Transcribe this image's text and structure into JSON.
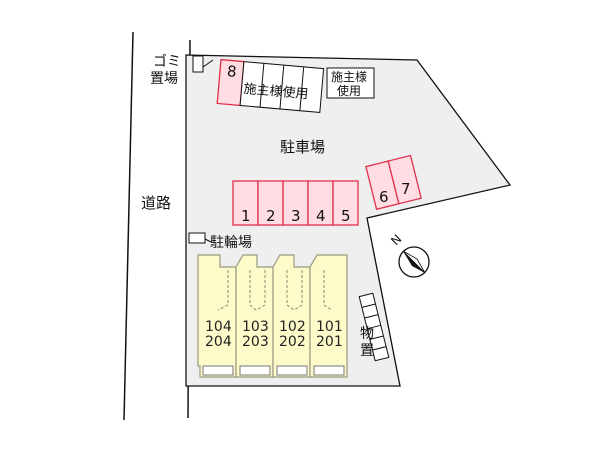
{
  "labels": {
    "road": "道路",
    "parking_lot": "駐車場",
    "bicycle_parking": "駐輪場",
    "garbage_station": "ゴミ置場",
    "garbage_line1": "ゴミ",
    "garbage_line2": "置場",
    "storage": "物置",
    "storage_line1": "物",
    "storage_line2": "置",
    "owner_use_a": "施主様使用",
    "owner_use_b_line1": "施主様",
    "owner_use_b_line2": "使用"
  },
  "parking_spaces": [
    "1",
    "2",
    "3",
    "4",
    "5",
    "6",
    "7",
    "8"
  ],
  "units": [
    {
      "upper": "104",
      "lower": "204"
    },
    {
      "upper": "103",
      "lower": "203"
    },
    {
      "upper": "102",
      "lower": "202"
    },
    {
      "upper": "101",
      "lower": "201"
    }
  ],
  "compass": {
    "direction": "N",
    "icon": "north-arrow-icon"
  },
  "colors": {
    "lot": "#efeff0",
    "parking_fill": "#ffdde3",
    "parking_stroke": "#e0304a",
    "building_fill": "#fdfbc9",
    "building_stroke": "#9a9a80",
    "line": "#111111"
  }
}
